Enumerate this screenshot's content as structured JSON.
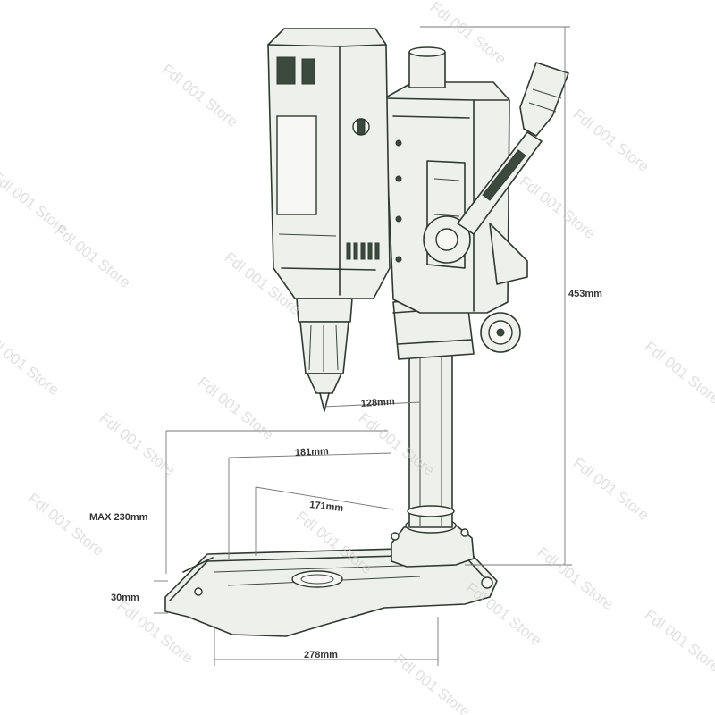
{
  "diagram": {
    "dimensions": [
      {
        "id": "height",
        "label": "453mm"
      },
      {
        "id": "chuck_reach",
        "label": "128mm"
      },
      {
        "id": "table_width",
        "label": "181mm"
      },
      {
        "id": "table_inner",
        "label": "171mm"
      },
      {
        "id": "max_height",
        "label": "MAX 230mm"
      },
      {
        "id": "base_height",
        "label": "30mm"
      },
      {
        "id": "base_width",
        "label": "278mm"
      }
    ],
    "watermark": "Fdl 001 Store",
    "colors": {
      "outline": "#2e3a30",
      "fill": "#eef0ec",
      "accent": "#3c4a3e",
      "watermark": "#c8c8c8"
    }
  }
}
